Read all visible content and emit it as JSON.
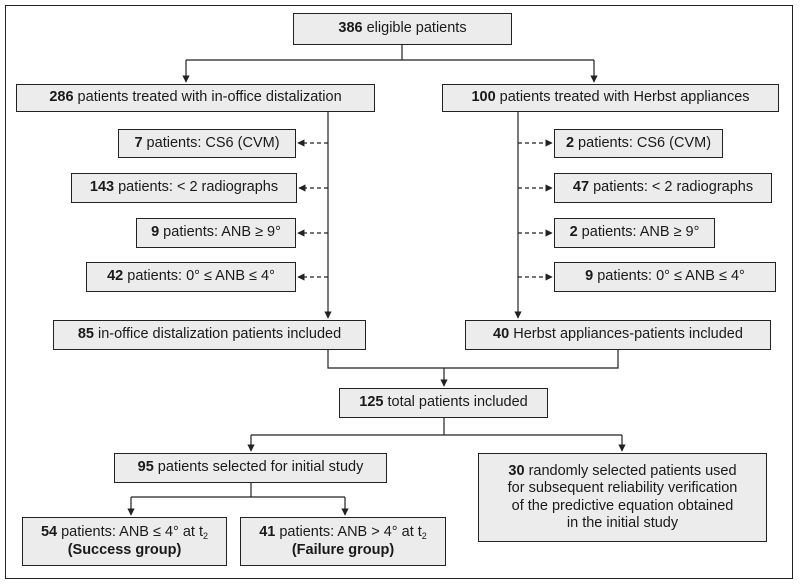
{
  "boxes": {
    "eligible": {
      "num": "386",
      "text": " eligible patients"
    },
    "left_treated": {
      "num": "286",
      "text": " patients treated with in-office distalization"
    },
    "right_treated": {
      "num": "100",
      "text": " patients treated with Herbst appliances"
    },
    "left_ex1": {
      "num": "7",
      "text": " patients: CS6 (CVM)"
    },
    "left_ex2": {
      "num": "143",
      "text": " patients: < 2 radiographs"
    },
    "left_ex3": {
      "num": "9",
      "text": " patients: ANB ≥ 9°"
    },
    "left_ex4": {
      "num": "42",
      "text": " patients: 0° ≤ ANB ≤ 4°"
    },
    "right_ex1": {
      "num": "2",
      "text": " patients: CS6 (CVM)"
    },
    "right_ex2": {
      "num": "47",
      "text": " patients: < 2 radiographs"
    },
    "right_ex3": {
      "num": "2",
      "text": " patients: ANB ≥ 9°"
    },
    "right_ex4": {
      "num": "9",
      "text": " patients: 0° ≤ ANB ≤ 4°"
    },
    "left_included": {
      "num": "85",
      "text": " in-office distalization patients included"
    },
    "right_included": {
      "num": "40",
      "text": " Herbst appliances-patients included"
    },
    "total": {
      "num": "125",
      "text": " total patients included"
    },
    "initial": {
      "num": "95",
      "text": " patients selected for initial study"
    },
    "reliability": {
      "num": "30",
      "line1": " randomly selected patients used",
      "line2": "for subsequent reliability verification",
      "line3": "of the predictive equation obtained",
      "line4": "in the initial study"
    },
    "success": {
      "num": "54",
      "text": " patients: ANB ≤ 4° at t",
      "sub": "2",
      "group": "(Success group)"
    },
    "failure": {
      "num": "41",
      "text": " patients: ANB > 4° at t",
      "sub": "2",
      "group": "(Failure group)"
    }
  }
}
